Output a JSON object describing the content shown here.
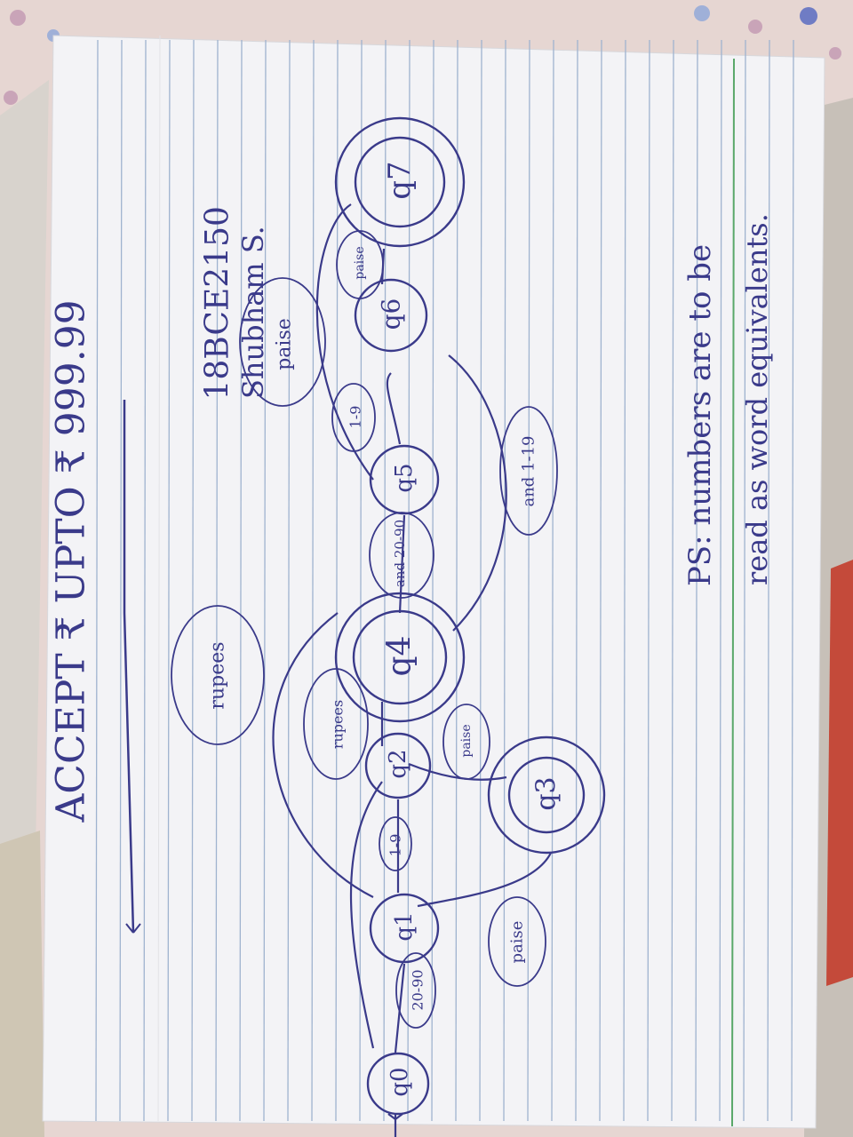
{
  "page": {
    "heading": "ACCEPT ₹ UPTO ₹ 999.99",
    "id_code": "18BCE2150",
    "author": "Shubham S.",
    "note_line1": "PS: numbers are to be",
    "note_line2": "read as word equivalents."
  },
  "states": [
    {
      "id": "q0",
      "label": "q0",
      "accepting": false,
      "initial": true
    },
    {
      "id": "q1",
      "label": "q1",
      "accepting": false,
      "initial": false
    },
    {
      "id": "q2",
      "label": "q2",
      "accepting": false,
      "initial": false
    },
    {
      "id": "q3",
      "label": "q3",
      "accepting": true,
      "initial": false
    },
    {
      "id": "q4",
      "label": "q4",
      "accepting": true,
      "initial": false
    },
    {
      "id": "q5",
      "label": "q5",
      "accepting": false,
      "initial": false
    },
    {
      "id": "q6",
      "label": "q6",
      "accepting": false,
      "initial": false
    },
    {
      "id": "q7",
      "label": "q7",
      "accepting": true,
      "initial": false
    }
  ],
  "transitions": [
    {
      "from": "q0",
      "to": "q1",
      "label": "20-90"
    },
    {
      "from": "q1",
      "to": "q2",
      "label": "1-9"
    },
    {
      "from": "q1",
      "to": "q3",
      "label": "paise"
    },
    {
      "from": "q2",
      "to": "q3",
      "label": "paise"
    },
    {
      "from": "q2",
      "to": "q4",
      "label": "rupees"
    },
    {
      "from": "q1",
      "to": "q4",
      "label": "rupees"
    },
    {
      "from": "q0",
      "to": "q2",
      "label": ""
    },
    {
      "from": "q4",
      "to": "q5",
      "label": "and 20-90"
    },
    {
      "from": "q4",
      "to": "q6",
      "label": "and 1-19"
    },
    {
      "from": "q5",
      "to": "q6",
      "label": "1-9"
    },
    {
      "from": "q5",
      "to": "q7",
      "label": "paise"
    },
    {
      "from": "q6",
      "to": "q7",
      "label": "paise"
    }
  ],
  "colors": {
    "ink": "#3a3a8a",
    "paper": "#f4f4f7",
    "rule": "#9fb3cf",
    "margin_line": "#5aa86a"
  }
}
